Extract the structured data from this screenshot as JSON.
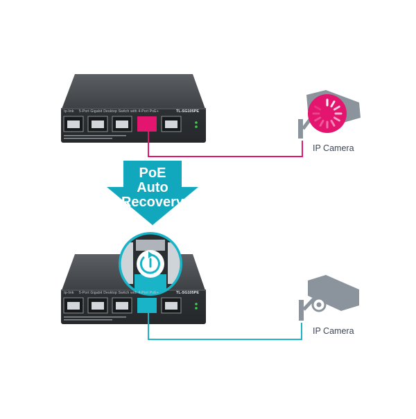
{
  "arrow": {
    "line1": "PoE",
    "line2": "Auto",
    "line3": "Recovery"
  },
  "switch_top": {
    "brand_text": "tp-link",
    "spec_text": "5-Port Gigabit Desktop Switch with 4-Port PoE+",
    "model": "TL-SG105PE"
  },
  "switch_bottom": {
    "brand_text": "tp-link",
    "spec_text": "5-Port Gigabit Desktop Switch with 4-Port PoE+",
    "model": "TL-SG105PE"
  },
  "camera_top": {
    "label": "IP Camera",
    "state": "restarting"
  },
  "camera_bottom": {
    "label": "IP Camera",
    "state": "working"
  },
  "colors": {
    "fault": "#e3156e",
    "recovered": "#1ab4c9",
    "arrow": "#11a8bd",
    "switch_body": "#3a3d40",
    "camera_gray": "#8b949c"
  },
  "icons": {
    "recovery": "power-restart-icon",
    "loading": "loading-spinner-icon"
  }
}
